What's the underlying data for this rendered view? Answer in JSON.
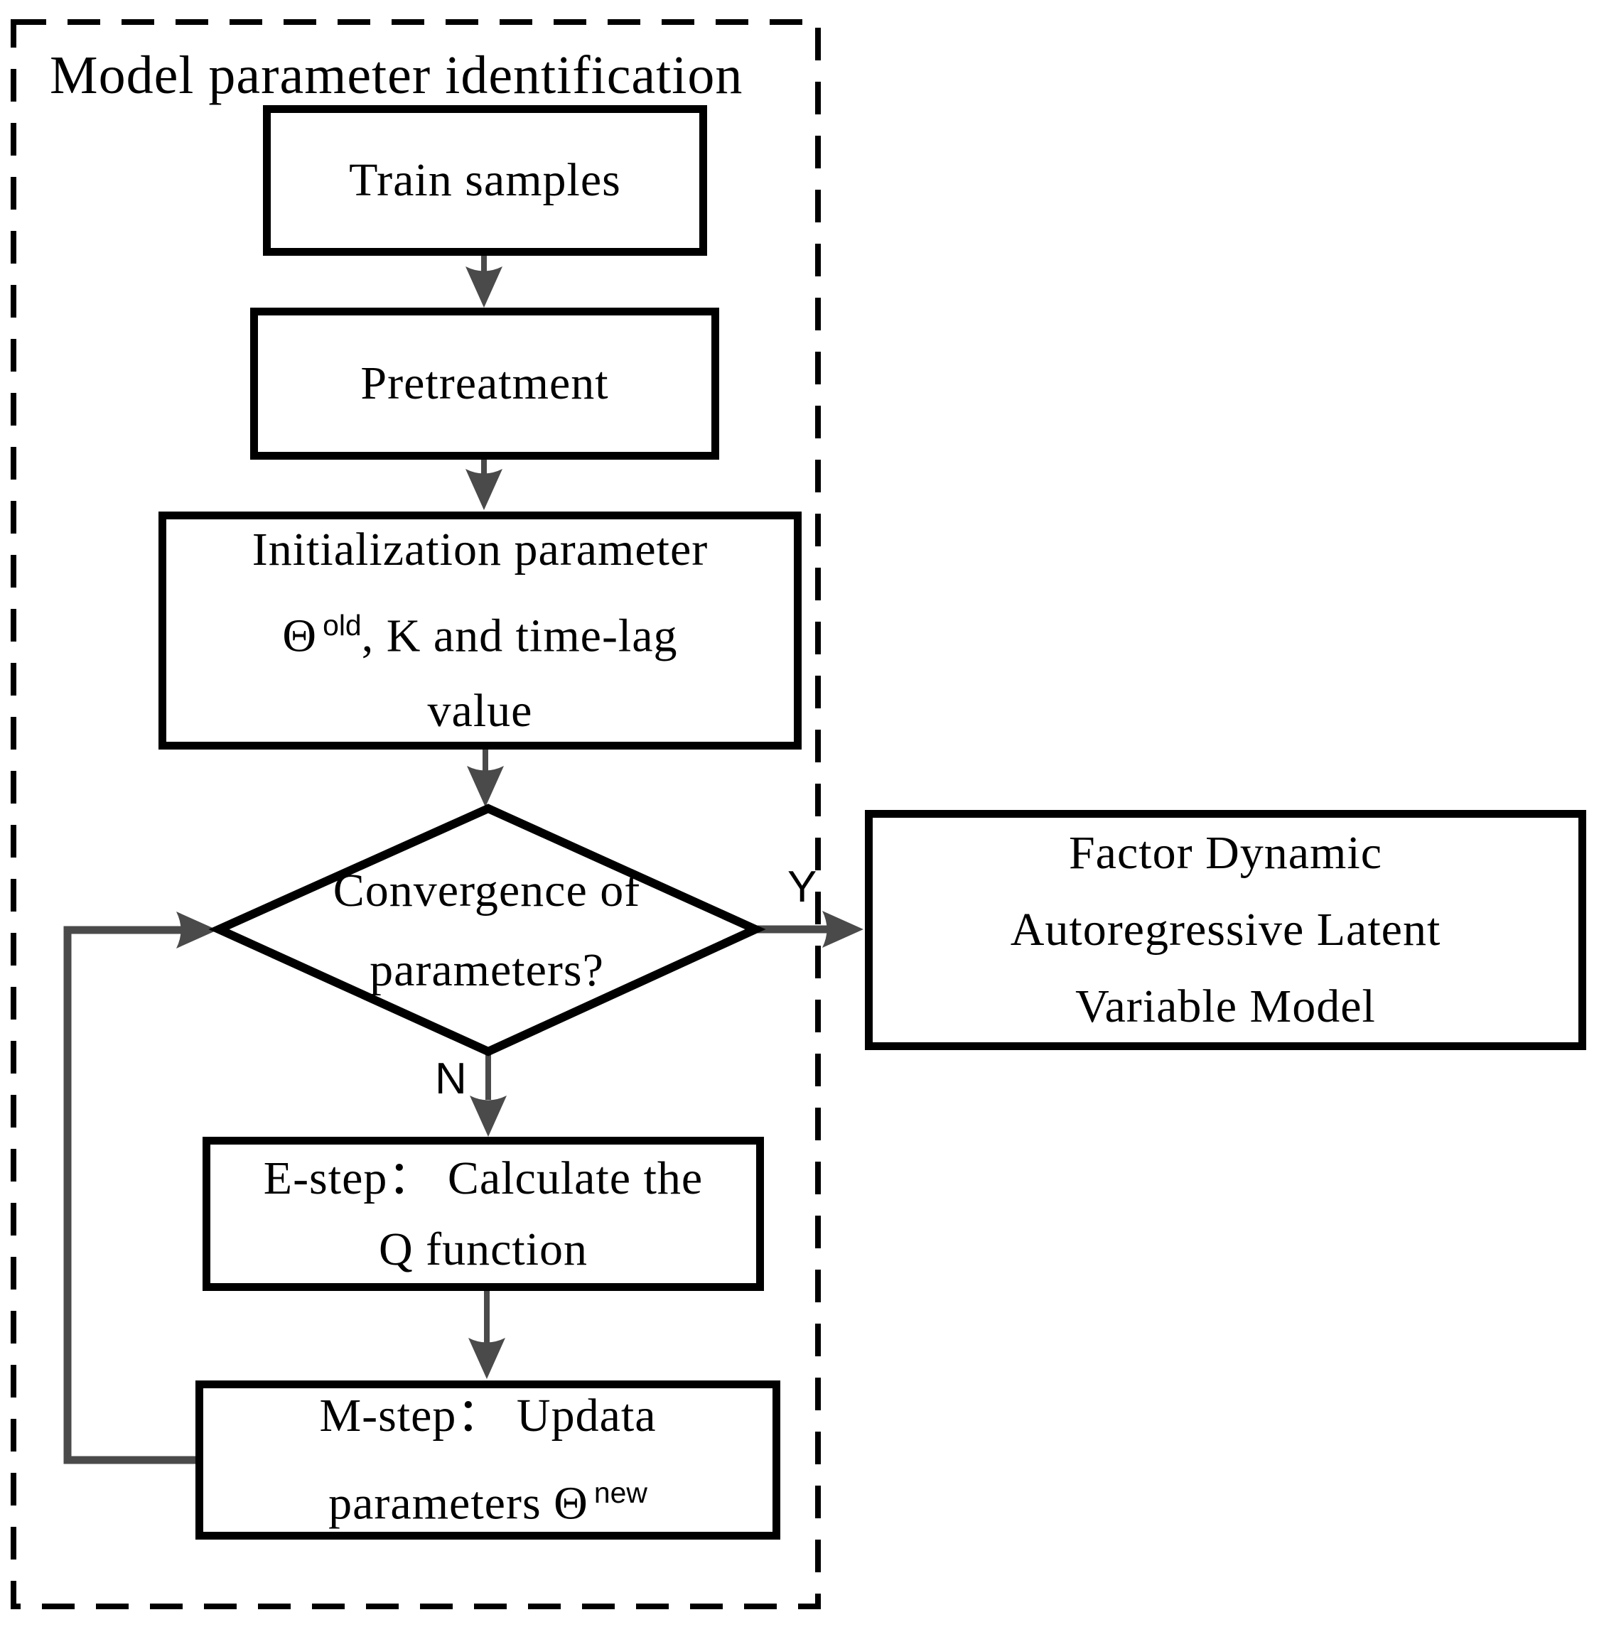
{
  "frame": {
    "title": "Model parameter identification"
  },
  "nodes": {
    "train": {
      "label": "Train samples"
    },
    "pretreatment": {
      "label": "Pretreatment"
    },
    "init": {
      "line1": "Initialization parameter",
      "theta": "Θ",
      "theta_sup": "old",
      "line2_rest": ", K and time-lag",
      "line3": "value"
    },
    "decision": {
      "line1": "Convergence of",
      "line2": "parameters?"
    },
    "estep": {
      "line1": "E-step： Calculate the",
      "line2": "Q function"
    },
    "mstep": {
      "line1": "M-step： Updata",
      "line2_pre": "parameters ",
      "theta": "Θ",
      "theta_sup": "new"
    },
    "output": {
      "line1": "Factor Dynamic",
      "line2": "Autoregressive Latent",
      "line3": "Variable Model"
    }
  },
  "labels": {
    "yes": "Y",
    "no": "N"
  },
  "colors": {
    "arrow": "#4a4a4a",
    "shape_stroke": "#000000",
    "background": "#ffffff"
  }
}
